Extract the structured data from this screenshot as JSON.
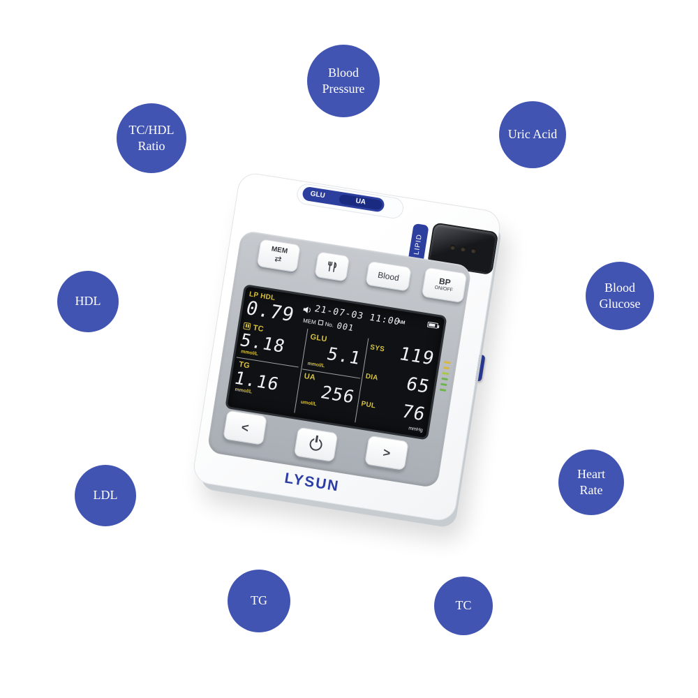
{
  "callouts": [
    {
      "label": "Blood Pressure"
    },
    {
      "label": "TC/HDL Ratio"
    },
    {
      "label": "Uric Acid"
    },
    {
      "label": "HDL"
    },
    {
      "label": "Blood Glucose"
    },
    {
      "label": "LDL"
    },
    {
      "label": "Heart Rate"
    },
    {
      "label": "TG"
    },
    {
      "label": "TC"
    }
  ],
  "device": {
    "brand": "LYSUN",
    "slot": {
      "glu": "GLU",
      "ua": "UA"
    },
    "lipid_tab": "LIPID",
    "buttons": {
      "mem": "MEM",
      "mem_icon": "⇄",
      "blood": "Blood",
      "bp_line1": "BP",
      "bp_line2": "ON/OFF",
      "prev": "<",
      "next": ">"
    },
    "display": {
      "lp_hdl": {
        "label": "LP HDL",
        "value": "0.79"
      },
      "header": {
        "datetime": "21-07-03 11:00",
        "ampm": "AM",
        "mem": "MEM",
        "no": "No.",
        "no_value": "001"
      },
      "tc": {
        "label": "TC",
        "value": "5.18",
        "unit": "mmol/L"
      },
      "tg": {
        "label": "TG",
        "value": "1.16",
        "unit": "mmol/L"
      },
      "glu": {
        "label": "GLU",
        "value": "5.1",
        "unit": "mmol/L"
      },
      "ua": {
        "label": "UA",
        "value": "256",
        "unit": "umol/L"
      },
      "sys": {
        "label": "SYS",
        "value": "119"
      },
      "dia": {
        "label": "DIA",
        "value": "65"
      },
      "pul": {
        "label": "PUL",
        "value": "76"
      },
      "pressure_unit": "mmHg"
    },
    "colors": {
      "accent_blue": "#4254b2",
      "brand_blue": "#2c3e9e",
      "lcd_yellow": "#d6c23e"
    }
  }
}
